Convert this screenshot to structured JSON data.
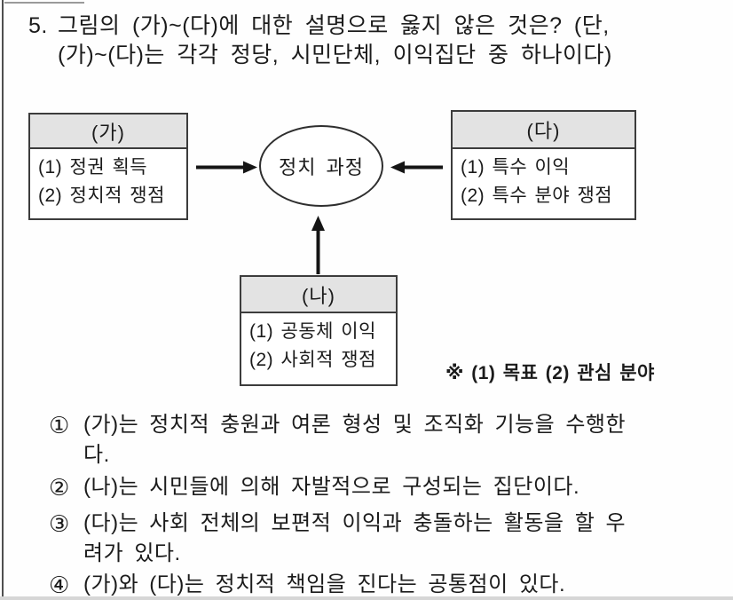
{
  "question": {
    "number": "5.",
    "text": "그림의 (가)~(다)에 대한 설명으로 옳지 않은 것은? (단,\n(가)~(다)는 각각 정당, 시민단체, 이익집단 중 하나이다)"
  },
  "diagram": {
    "center_label": "정치 과정",
    "boxes": [
      {
        "label": "(가)",
        "items": [
          "(1) 정권 획득",
          "(2) 정치적 쟁점"
        ]
      },
      {
        "label": "(나)",
        "items": [
          "(1) 공동체 이익",
          "(2) 사회적 쟁점"
        ]
      },
      {
        "label": "(다)",
        "items": [
          "(1) 특수 이익",
          "(2) 특수 분야 쟁점"
        ]
      }
    ],
    "note": "※ (1) 목표 (2) 관심 분야"
  },
  "choices": [
    {
      "marker": "①",
      "text": "(가)는 정치적 충원과 여론 형성 및 조직화 기능을 수행한\n다."
    },
    {
      "marker": "②",
      "text": "(나)는 시민들에 의해 자발적으로 구성되는 집단이다."
    },
    {
      "marker": "③",
      "text": "(다)는 사회 전체의 보편적 이익과 충돌하는 활동을 할 우\n려가 있다."
    },
    {
      "marker": "④",
      "text": "(가)와 (다)는 정치적 책임을 진다는 공통점이 있다."
    }
  ],
  "colors": {
    "text": "#1b1b1b",
    "box_border": "#3c3c3c",
    "header_fill": "#e3e3e3",
    "page_rule": "#4f4f4f"
  }
}
